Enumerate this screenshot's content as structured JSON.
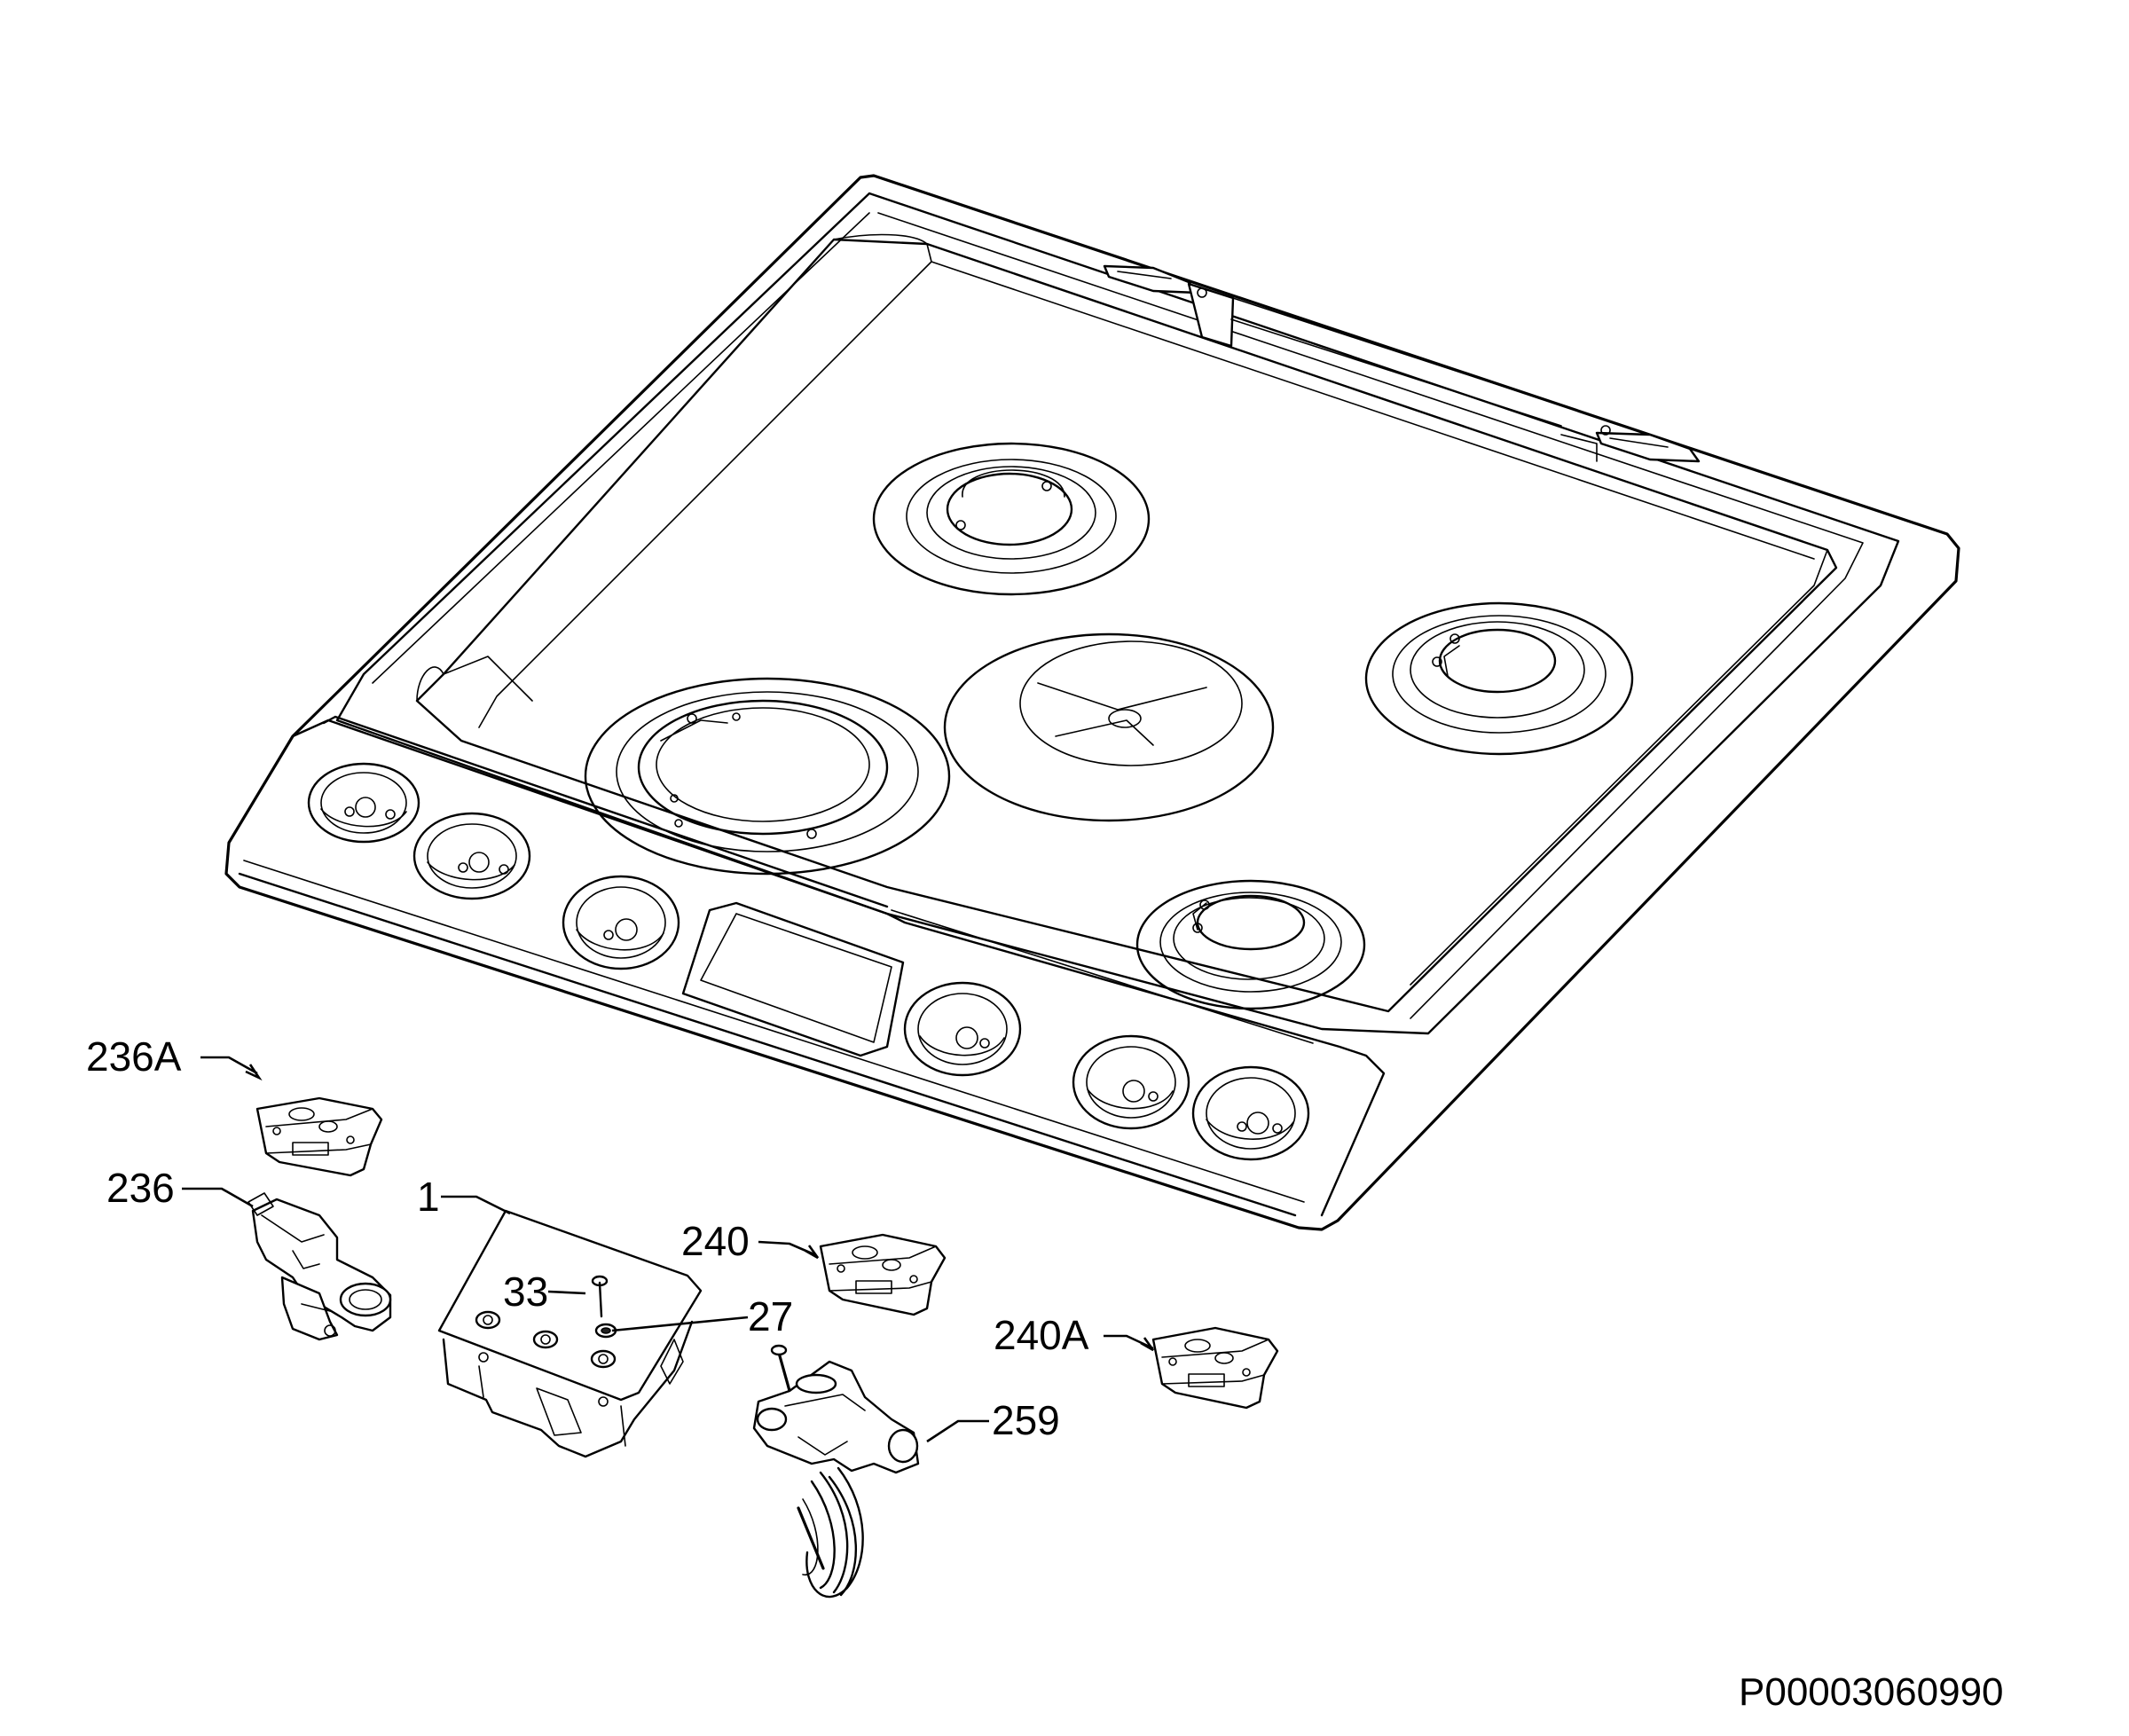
{
  "callouts": {
    "c236a": "236A",
    "c236": "236",
    "c1": "1",
    "c33": "33",
    "c240": "240",
    "c27": "27",
    "c240a": "240A",
    "c259": "259"
  },
  "drawing_code": "P00003060990"
}
